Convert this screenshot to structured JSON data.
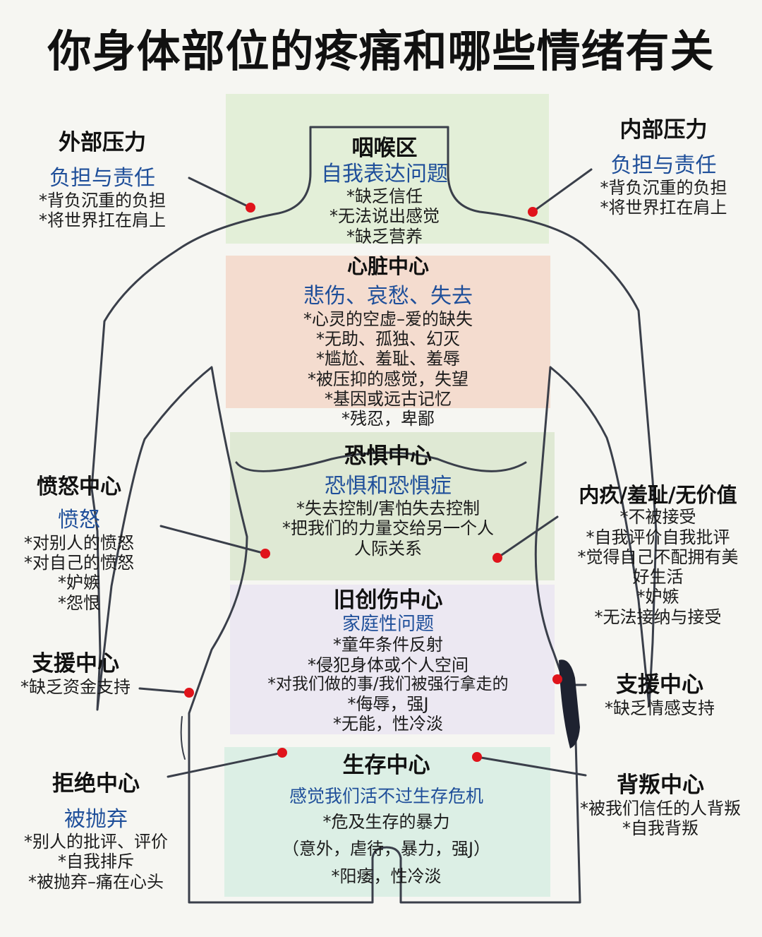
{
  "title": "你身体部位的疼痛和哪些情绪有关",
  "colors": {
    "throat_band": "#e3efd8",
    "heart_band": "#f4dccf",
    "fear_band": "#dfe9d4",
    "trauma_band": "#ece8f2",
    "survival_band": "#dcefe5",
    "dot": "#e0141b",
    "subtitle": "#1f4f9a"
  },
  "zones": {
    "throat": {
      "heading": "咽喉区",
      "subtitle": "自我表达问题",
      "items": [
        "*缺乏信任",
        "*无法说出感觉",
        "*缺乏营养"
      ]
    },
    "heart": {
      "heading": "心脏中心",
      "subtitle": "悲伤、哀愁、失去",
      "items": [
        "*心灵的空虚–爱的缺失",
        "*无助、孤独、幻灭",
        "*尴尬、羞耻、羞辱",
        "*被压抑的感觉，失望",
        "*基因或远古记忆",
        "*残忍，卑鄙"
      ]
    },
    "fear": {
      "heading": "恐惧中心",
      "subtitle": "恐惧和恐惧症",
      "items": [
        "*失去控制/害怕失去控制",
        "*把我们的力量交给另一个人",
        "人际关系"
      ]
    },
    "trauma": {
      "heading": "旧创伤中心",
      "subtitle": "家庭性问题",
      "items": [
        "*童年条件反射",
        "*侵犯身体或个人空间",
        "*对我们做的事/我们被强行拿走的",
        "*侮辱，强J",
        "*无能，性冷淡"
      ]
    },
    "survival": {
      "heading": "生存中心",
      "subtitle": "感觉我们活不过生存危机",
      "items": [
        "*危及生存的暴力",
        "（意外，虐待，暴力，强J）",
        "*阳痿，性冷淡"
      ]
    }
  },
  "side": {
    "external_pressure": {
      "heading": "外部压力",
      "subtitle": "负担与责任",
      "items": [
        "*背负沉重的负担",
        "*将世界扛在肩上"
      ]
    },
    "internal_pressure": {
      "heading": "内部压力",
      "subtitle": "负担与责任",
      "items": [
        "*背负沉重的负担",
        "*将世界扛在肩上"
      ]
    },
    "anger": {
      "heading": "愤怒中心",
      "subtitle": "愤怒",
      "items": [
        "*对别人的愤怒",
        "*对自己的愤怒",
        "*妒嫉",
        "*怨恨"
      ]
    },
    "guilt": {
      "heading": "内疚/羞耻/无价值",
      "items": [
        "*不被接受",
        "*自我评价自我批评",
        "*觉得自己不配拥有美",
        "好生活",
        "*妒嫉",
        "*无法接纳与接受"
      ]
    },
    "support_left": {
      "heading": "支援中心",
      "items": [
        "*缺乏资金支持"
      ]
    },
    "support_right": {
      "heading": "支援中心",
      "items": [
        "*缺乏情感支持"
      ]
    },
    "rejection": {
      "heading": "拒绝中心",
      "subtitle": "被抛弃",
      "items": [
        "*别人的批评、评价",
        "*自我排斥",
        "*被抛弃–痛在心头"
      ]
    },
    "betrayal": {
      "heading": "背叛中心",
      "items": [
        "*被我们信任的人背叛",
        "*自我背叛"
      ]
    }
  }
}
